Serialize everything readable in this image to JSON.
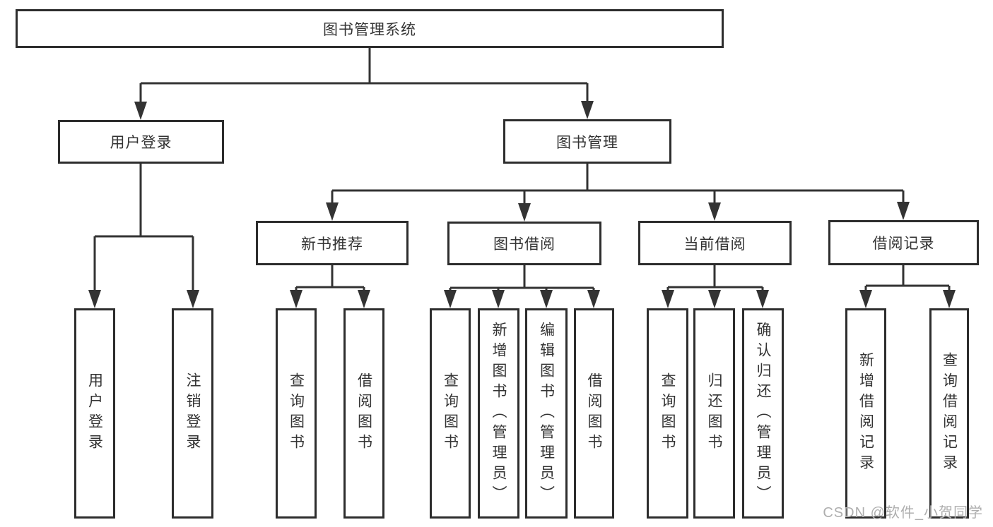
{
  "diagram": {
    "root": {
      "label": "图书管理系统"
    },
    "branches": [
      {
        "label": "用户登录",
        "children": [
          {
            "label": "用户登录"
          },
          {
            "label": "注销登录"
          }
        ]
      },
      {
        "label": "图书管理",
        "children": [
          {
            "label": "新书推荐",
            "children": [
              {
                "label": "查询图书"
              },
              {
                "label": "借阅图书"
              }
            ]
          },
          {
            "label": "图书借阅",
            "children": [
              {
                "label": "查询图书"
              },
              {
                "label": "新增图书（管理员）"
              },
              {
                "label": "编辑图书（管理员）"
              },
              {
                "label": "借阅图书"
              }
            ]
          },
          {
            "label": "当前借阅",
            "children": [
              {
                "label": "查询图书"
              },
              {
                "label": "归还图书"
              },
              {
                "label": "确认归还（管理员）"
              }
            ]
          },
          {
            "label": "借阅记录",
            "children": [
              {
                "label": "新增借阅记录"
              },
              {
                "label": "查询借阅记录"
              }
            ]
          }
        ]
      }
    ]
  },
  "watermark": {
    "text": "CSDN @软件_小贺同学"
  },
  "colors": {
    "line": "#333333",
    "box_border": "#2d2d2d",
    "text": "#333333",
    "watermark": "#aeaeae",
    "background": "#ffffff"
  }
}
